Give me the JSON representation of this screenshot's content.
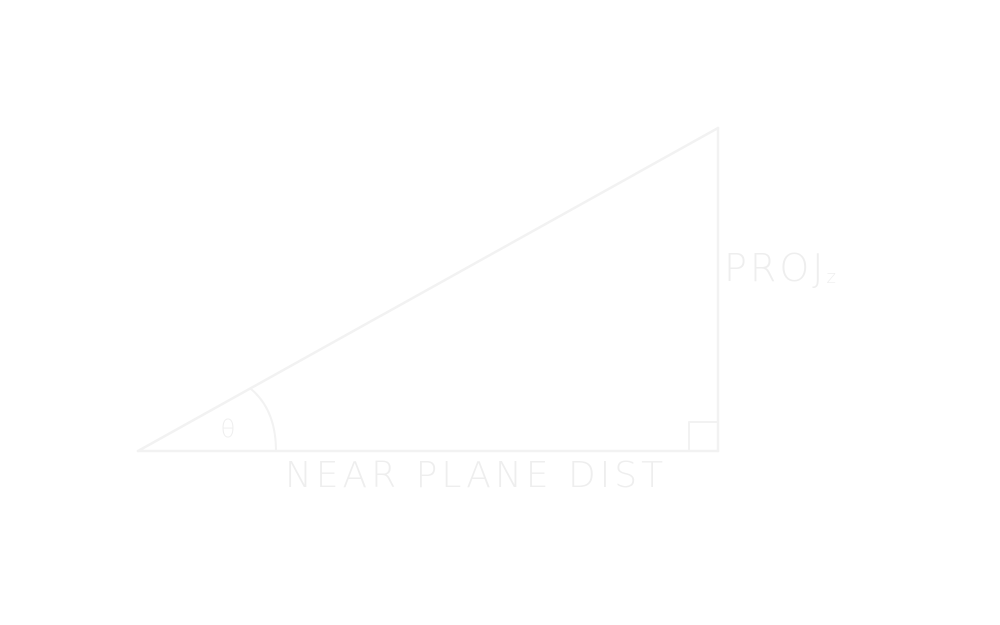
{
  "diagram": {
    "labels": {
      "base": "NEAR PLANE DIST",
      "side_main": "PROJ",
      "side_subscript": "z",
      "angle": "θ"
    },
    "colors": {
      "background": "#ffffff",
      "stroke": "#f2f2f2",
      "text": "#eeeeee"
    }
  }
}
